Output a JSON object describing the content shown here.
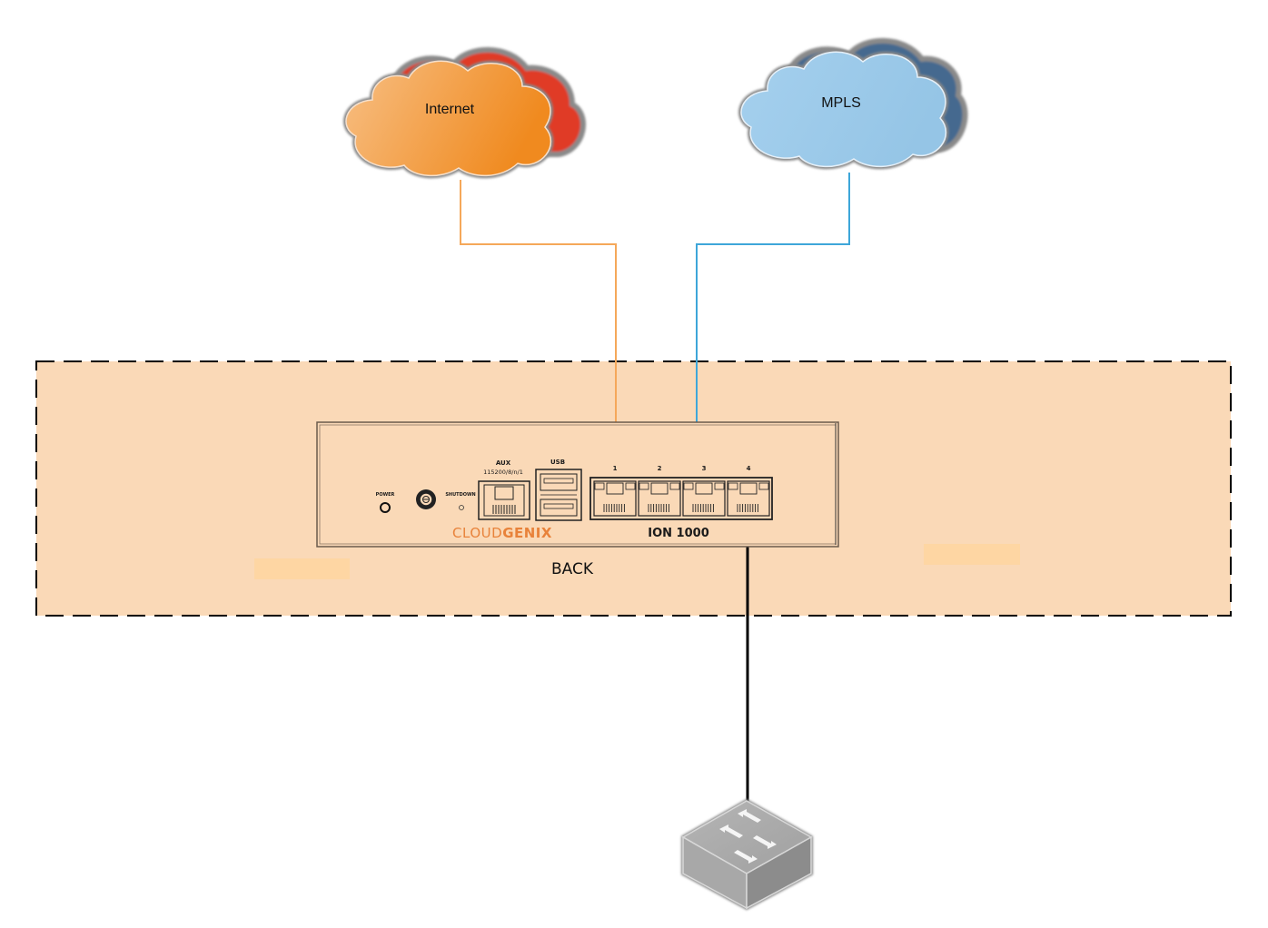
{
  "diagram": {
    "title": "",
    "colors": {
      "internet_link": "#f5a85a",
      "mpls_link": "#3ea6d9",
      "lan_link": "#000000",
      "site_zone_fill": "#fad9b7",
      "site_zone_border": "#000000",
      "internet_cloud_front": "#f39a40",
      "internet_cloud_back": "#e03a25",
      "mpls_cloud_front": "#9ccae9",
      "mpls_cloud_back": "#44698f",
      "brand_orange": "#e8823a"
    },
    "clouds": [
      {
        "id": "internet",
        "label": "Internet",
        "icon": "cloud-icon"
      },
      {
        "id": "mpls",
        "label": "MPLS",
        "icon": "cloud-icon"
      }
    ],
    "device": {
      "brand_light": "CLOUD",
      "brand_bold": "GENIX",
      "model": "ION 1000",
      "view_label": "BACK",
      "power_label": "POWER",
      "shutdown_label": "SHUTDOWN",
      "aux_label": "AUX",
      "aux_settings": "115200/8/n/1",
      "usb_label": "USB",
      "ports": [
        "1",
        "2",
        "3",
        "4"
      ]
    },
    "switch": {
      "icon": "network-switch-icon"
    },
    "links": [
      {
        "from": "internet",
        "to": "device",
        "color_key": "internet_link"
      },
      {
        "from": "mpls",
        "to": "device",
        "color_key": "mpls_link"
      },
      {
        "from": "device",
        "to": "switch",
        "color_key": "lan_link"
      }
    ]
  }
}
